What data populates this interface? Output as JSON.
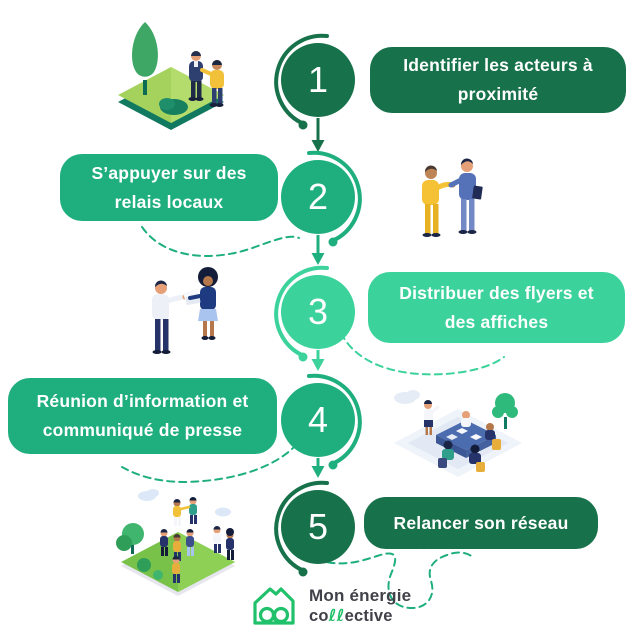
{
  "steps": [
    {
      "number": "1",
      "line1": "Identifier les acteurs à",
      "line2": "proximité",
      "color": "#17714A"
    },
    {
      "number": "2",
      "line1": "S’appuyer sur des",
      "line2": "relais locaux",
      "color": "#1FAF7F"
    },
    {
      "number": "3",
      "line1": "Distribuer des flyers et",
      "line2": "des affiches",
      "color": "#3CD29B"
    },
    {
      "number": "4",
      "line1": "Réunion d’information et",
      "line2": "communiqué de presse",
      "color": "#1FAF7F"
    },
    {
      "number": "5",
      "line1": "Relancer son réseau",
      "line2": "",
      "color": "#17714A"
    }
  ],
  "logo": {
    "line1": "Mon énergie",
    "line2_prefix": "co",
    "line2_loops": "ℓℓ",
    "line2_suffix": "ective",
    "green": "#21C16B",
    "text_color": "#414149"
  },
  "illustrations": {
    "step1": "two-people-talking-in-park",
    "step2": "two-people-handshake",
    "step3": "man-giving-flyers-to-woman",
    "step4": "meeting-around-table",
    "step5": "crowd-networking-on-green"
  }
}
